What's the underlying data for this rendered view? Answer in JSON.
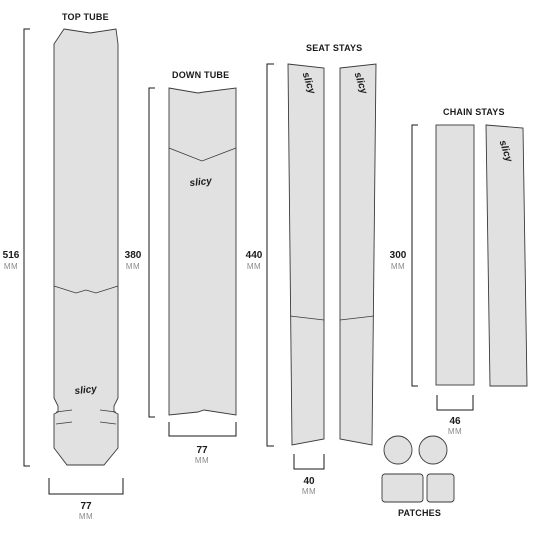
{
  "logo_text": "slicy",
  "pieces": {
    "top_tube": {
      "title": "TOP TUBE",
      "length": "516",
      "width": "77",
      "unit": "MM"
    },
    "down_tube": {
      "title": "DOWN TUBE",
      "length": "380",
      "width": "77",
      "unit": "MM"
    },
    "seat_stays": {
      "title": "SEAT STAYS",
      "length": "440",
      "width": "40",
      "unit": "MM"
    },
    "chain_stays": {
      "title": "CHAIN STAYS",
      "length": "300",
      "width": "46",
      "unit": "MM"
    },
    "patches": {
      "title": "PATCHES"
    }
  },
  "colors": {
    "piece_fill": "#e1e1e1",
    "outline": "#3a3a3a",
    "text": "#1a1a1a",
    "unit": "#8a8a8a"
  }
}
